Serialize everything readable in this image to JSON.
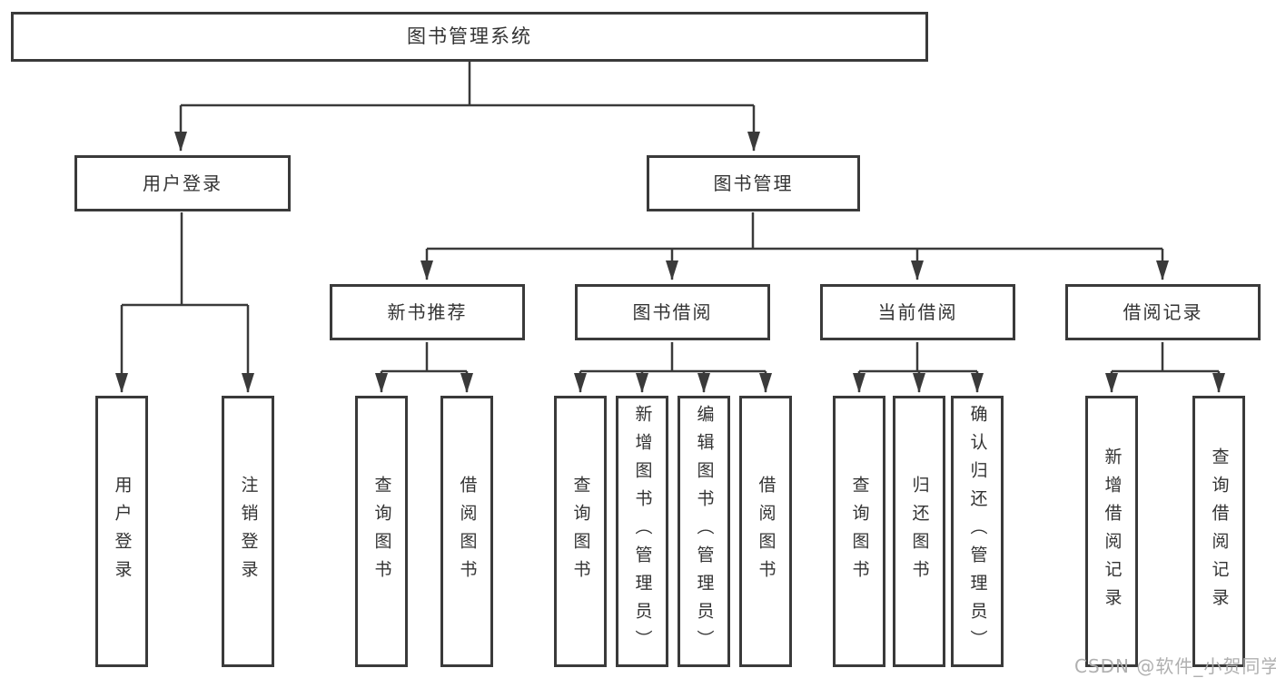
{
  "diagram_title": "图书管理系统",
  "nodes": {
    "root": "图书管理系统",
    "level2": {
      "user_login": "用户登录",
      "book_management": "图书管理"
    },
    "level3": {
      "new_book_recommend": "新书推荐",
      "book_borrow": "图书借阅",
      "current_borrow": "当前借阅",
      "borrow_records": "借阅记录"
    },
    "leaves": {
      "user_login": "用户登录",
      "logout": "注销登录",
      "nb_query_books": "查询图书",
      "nb_borrow_books": "借阅图书",
      "bb_query_books": "查询图书",
      "bb_add_books": "新增图书（管理员）",
      "bb_edit_books": "编辑图书（管理员）",
      "bb_borrow_books": "借阅图书",
      "cb_query_books": "查询图书",
      "cb_return_books": "归还图书",
      "cb_confirm_return": "确认归还（管理员）",
      "br_add_record": "新增借阅记录",
      "br_query_record": "查询借阅记录"
    }
  },
  "watermark": "CSDN @软件_小贺同学",
  "colors": {
    "line": "#3a3a3a",
    "box_border": "#3a3a3a",
    "text": "#333333",
    "watermark": "#acacac",
    "background": "#ffffff"
  }
}
